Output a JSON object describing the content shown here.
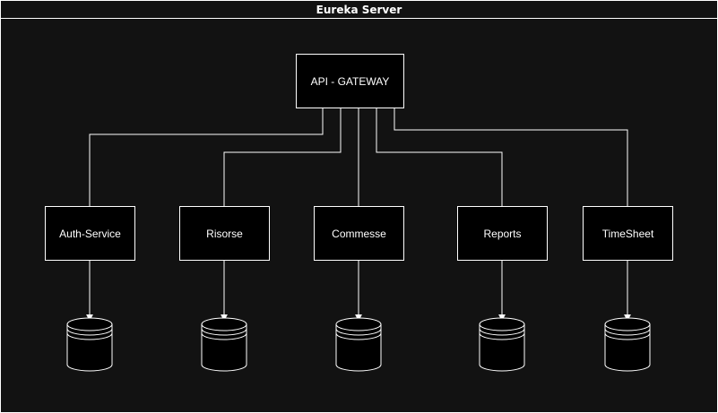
{
  "title": "Eureka Server",
  "colors": {
    "background": "#121212",
    "box_fill": "#000000",
    "stroke": "#ffffff",
    "text": "#ffffff"
  },
  "gateway": {
    "label": "API - GATEWAY"
  },
  "services": [
    {
      "label": "Auth-Service"
    },
    {
      "label": "Risorse"
    },
    {
      "label": "Commesse"
    },
    {
      "label": "Reports"
    },
    {
      "label": "TimeSheet"
    }
  ],
  "databases": [
    {
      "icon": "database-icon"
    },
    {
      "icon": "database-icon"
    },
    {
      "icon": "database-icon"
    },
    {
      "icon": "database-icon"
    },
    {
      "icon": "database-icon"
    }
  ]
}
